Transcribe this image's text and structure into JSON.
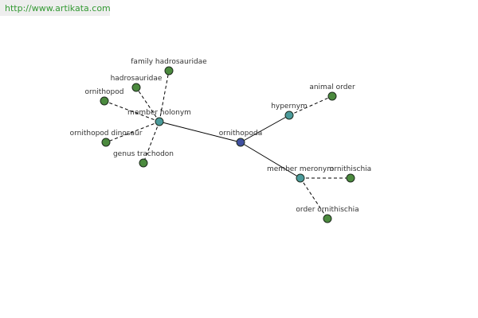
{
  "watermark": {
    "url": "http://www.artikata.com"
  },
  "colors": {
    "center": "#3f4f9f",
    "relation": "#4a9a9a",
    "leaf": "#4b8a3e",
    "stroke": "#1e2b1e",
    "edge": "#000000"
  },
  "graph": {
    "center": {
      "label": "ornithopoda"
    },
    "relations": [
      {
        "label": "member holonym",
        "leaves": [
          "family hadrosauridae",
          "hadrosauridae",
          "ornithopod",
          "ornithopod dinosaur",
          "genus trachodon"
        ]
      },
      {
        "label": "hypernym",
        "leaves": [
          "animal order"
        ]
      },
      {
        "label": "member meronym",
        "leaves": [
          "ornithischia",
          "order ornithischia"
        ]
      }
    ]
  }
}
